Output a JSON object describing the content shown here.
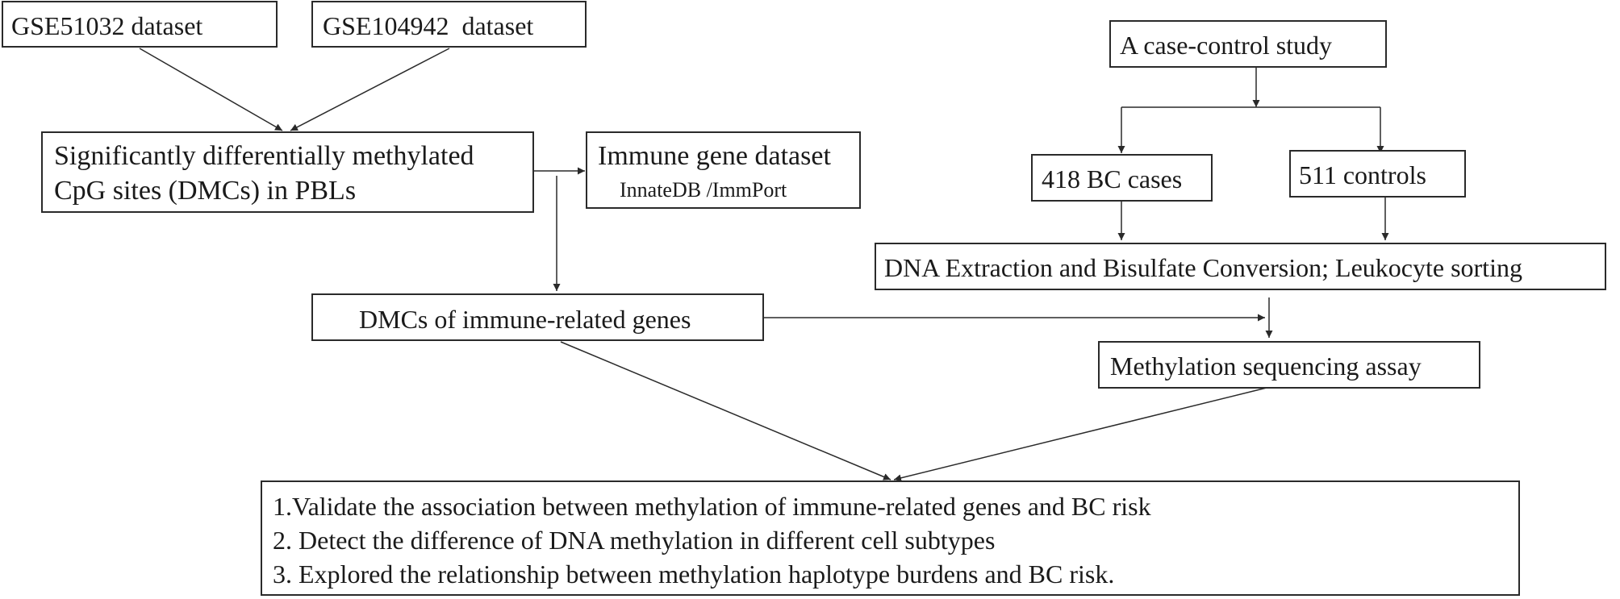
{
  "nodes": {
    "gse51032": "GSE51032 dataset",
    "gse104942": "GSE104942  dataset",
    "dmcs_line1": "Significantly differentially methylated",
    "dmcs_line2": "CpG sites (DMCs) in PBLs",
    "immune_title": "Immune gene dataset",
    "immune_sub": "InnateDB /ImmPort",
    "case_control": "A case-control study",
    "bc_cases": "418 BC cases",
    "controls": "511 controls",
    "dna_extraction": "DNA Extraction and Bisulfate Conversion; Leukocyte sorting",
    "dmcs_immune": "DMCs of immune-related genes",
    "methylation_assay": "Methylation sequencing assay"
  },
  "outcomes": {
    "item1": "1.Validate the association between methylation of immune-related genes and BC risk",
    "item2": "2. Detect the difference of DNA methylation in different cell subtypes",
    "item3": "3. Explored the relationship between methylation haplotype burdens and BC risk."
  },
  "colors": {
    "line": "#2a2a2a",
    "text": "#1a1a1a",
    "background": "#ffffff"
  }
}
